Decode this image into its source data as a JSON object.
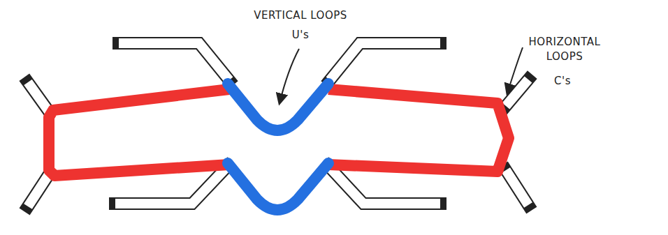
{
  "diagram": {
    "labels": [
      "VERTICAL LOOPS",
      "U's",
      "HORIZONTAL LOOPS",
      "C's"
    ]
  }
}
